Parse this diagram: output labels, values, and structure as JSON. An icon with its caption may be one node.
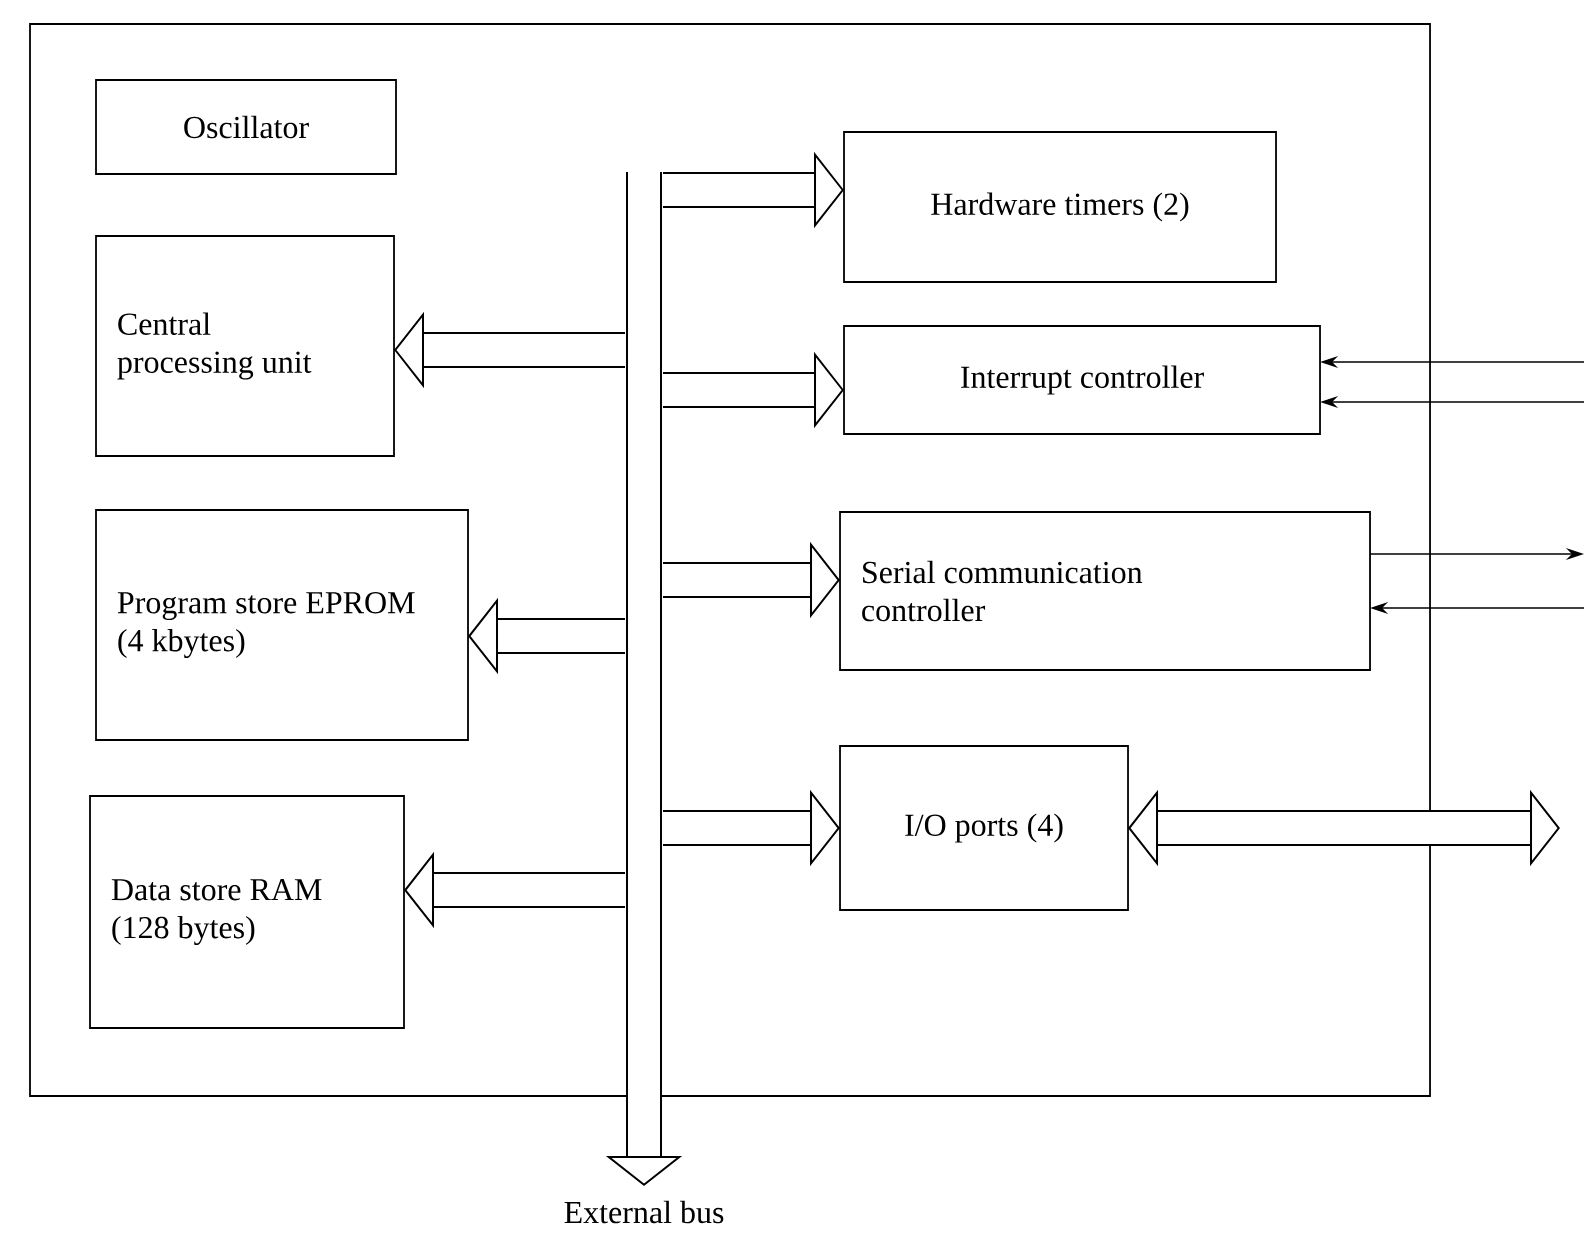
{
  "diagram": {
    "nodes": [
      {
        "text": [],
        "shape": "box"
      },
      {
        "text": [
          "Oscillator"
        ],
        "in": 0
      },
      {
        "text": [
          "Central processing unit"
        ],
        "in": 0
      },
      {
        "text": [
          "Program store EPROM (4 kbytes)"
        ],
        "in": 0
      },
      {
        "text": [
          "Data store RAM (128 bytes)"
        ],
        "in": 0
      },
      {
        "text": [
          "Hardware timers (2)"
        ],
        "in": 0
      },
      {
        "text": [
          "Interrupt controller"
        ],
        "in": 0
      },
      {
        "text": [
          "Serial communication controller"
        ],
        "in": 0
      },
      {
        "text": [
          "I/O ports (4)"
        ],
        "in": 0
      },
      {
        "text": [
          "External bus"
        ]
      }
    ],
    "edges": [
      {
        "from": null,
        "to": 5,
        "arrow": "to"
      },
      {
        "from": null,
        "to": 2,
        "arrow": "to"
      },
      {
        "from": null,
        "to": 6,
        "arrow": "to"
      },
      {
        "from": null,
        "to": 7,
        "arrow": "to"
      },
      {
        "from": null,
        "to": 3,
        "arrow": "to"
      },
      {
        "from": null,
        "to": 8,
        "arrow": "to"
      },
      {
        "from": null,
        "to": 4,
        "arrow": "to"
      },
      {
        "from": null,
        "to": 9,
        "arrow": "to"
      },
      {
        "from": null,
        "to": 6,
        "arrow": "to"
      },
      {
        "from": null,
        "to": 6,
        "arrow": "to"
      },
      {
        "from": 7,
        "to": null,
        "arrow": "to"
      },
      {
        "from": null,
        "to": 7,
        "arrow": "to"
      },
      {
        "from": 8,
        "to": null,
        "arrow": "both"
      }
    ]
  }
}
